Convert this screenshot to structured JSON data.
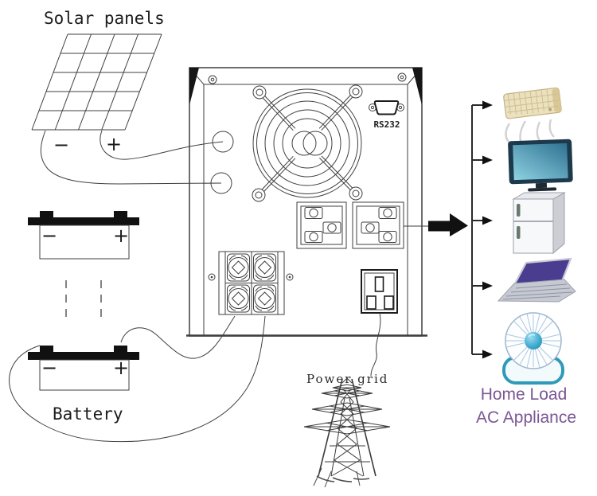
{
  "diagram": {
    "solar": {
      "label": "Solar panels",
      "neg": "−",
      "pos": "+"
    },
    "batteries": {
      "label": "Battery",
      "units": [
        {
          "neg": "−",
          "pos": "+"
        },
        {
          "neg": "−",
          "pos": "+"
        }
      ]
    },
    "inverter": {
      "rs232_label": "RS232"
    },
    "power_grid": {
      "label": "Power grid"
    },
    "home_load": {
      "title_line1": "Home Load",
      "title_line2": "AC Appliance",
      "appliances": [
        "air-conditioner",
        "television",
        "refrigerator",
        "laptop",
        "desk-fan"
      ]
    },
    "colors": {
      "line": "#3f3f41",
      "accent_text": "#7b5694",
      "laptop_screen": "#4a3d8f",
      "tv_screen_dark": "#2f7191",
      "tv_screen_light": "#8ed2e2",
      "fan_teal": "#2f9ab8",
      "ac_body": "#ece1bf"
    }
  }
}
